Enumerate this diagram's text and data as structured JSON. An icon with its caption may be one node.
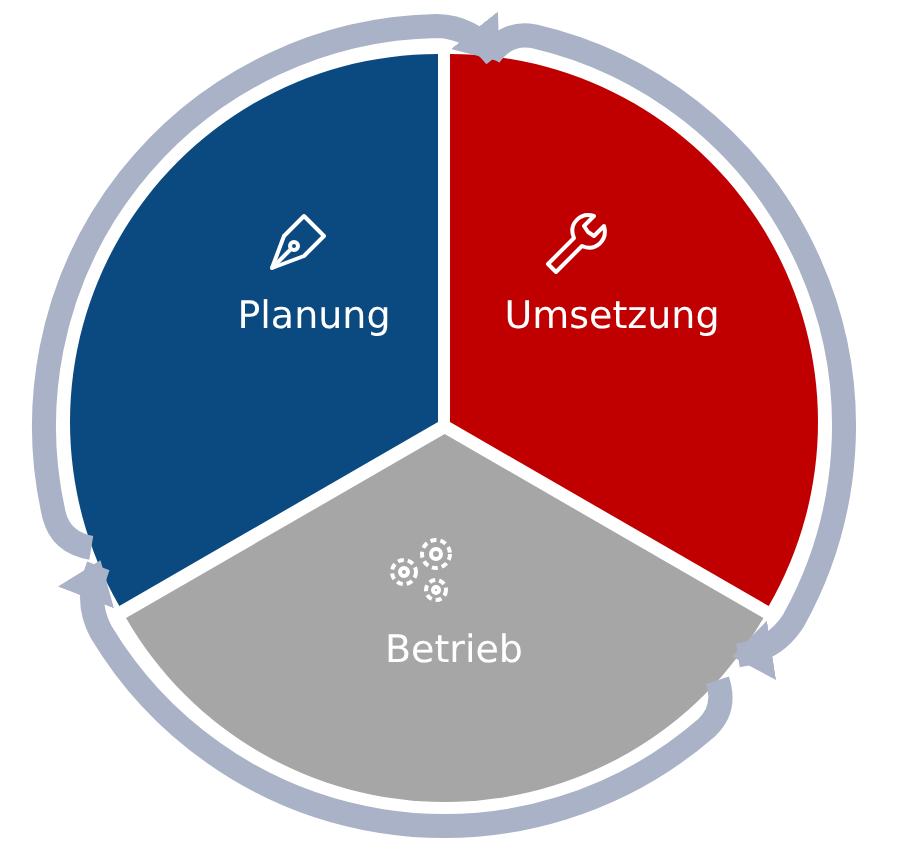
{
  "diagram": {
    "nodes": [
      {
        "text": [
          "Planung"
        ]
      },
      {
        "text": [
          "Umsetzung"
        ]
      },
      {
        "text": [
          "Betrieb"
        ]
      }
    ],
    "edges": [
      {
        "from": 0,
        "to": 1,
        "arrow": "to"
      },
      {
        "from": 1,
        "to": 2,
        "arrow": "to"
      },
      {
        "from": 2,
        "to": 0,
        "arrow": "to"
      }
    ]
  }
}
